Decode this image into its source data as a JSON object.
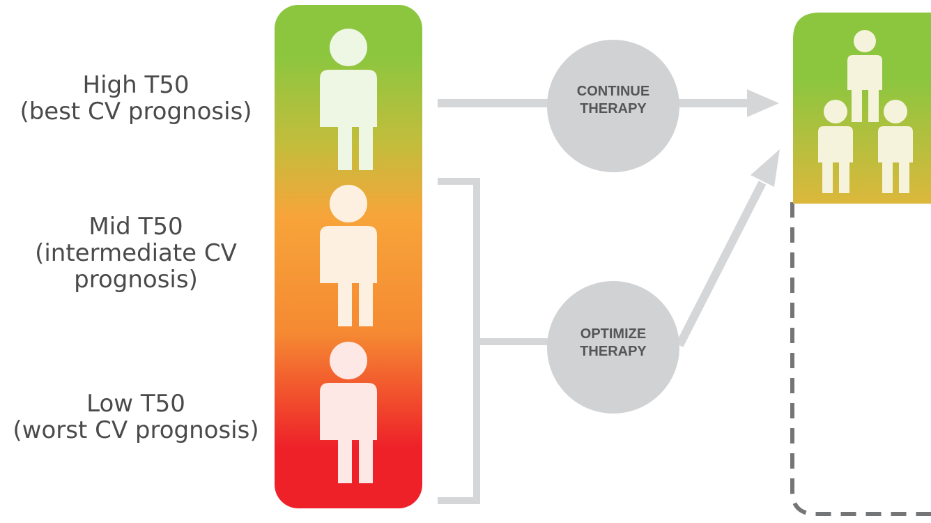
{
  "groups": {
    "high": {
      "title": "High T50",
      "subtitle": "(best CV prognosis)"
    },
    "mid": {
      "title": "Mid T50",
      "subtitle_line1": "(intermediate CV",
      "subtitle_line2": "prognosis)"
    },
    "low": {
      "title": "Low T50",
      "subtitle": "(worst CV prognosis)"
    }
  },
  "actions": {
    "continue": {
      "line1": "CONTINUE",
      "line2": "THERAPY"
    },
    "optimize": {
      "line1": "OPTIMIZE",
      "line2": "THERAPY"
    }
  },
  "colors": {
    "green": "#8cc63f",
    "yellow": "#dcb83c",
    "orange": "#f7a43a",
    "red": "#ee2129",
    "connector_gray": "#d5d6d8",
    "circle_gray": "#d1d2d4",
    "dash_gray": "#747577",
    "label_text": "#4a4a4a",
    "circle_text": "#555555"
  },
  "icons": [
    "person-icon",
    "person-group-icon",
    "arrow-icon"
  ]
}
